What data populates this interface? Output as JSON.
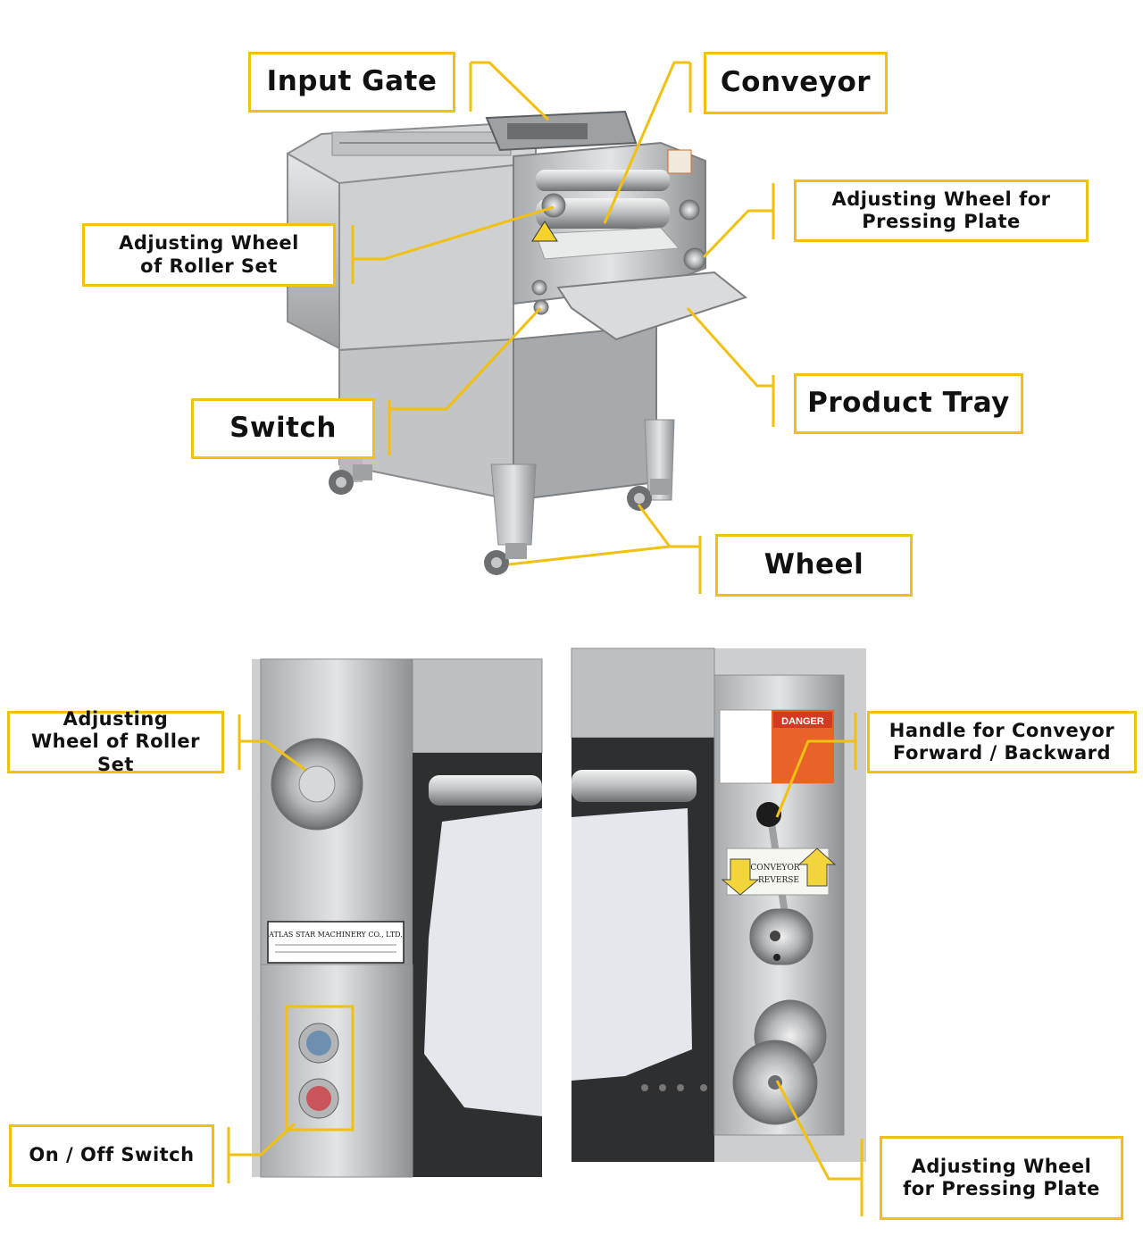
{
  "labels": {
    "input_gate": "Input Gate",
    "conveyor": "Conveyor",
    "adj_pressing_top": "Adjusting Wheel for Pressing Plate",
    "adj_roller_top": "Adjusting Wheel of Roller Set",
    "product_tray": "Product Tray",
    "switch": "Switch",
    "wheel": "Wheel",
    "adj_roller_bottom": "Adjusting Wheel of Roller Set",
    "handle_conveyor": "Handle for Conveyor Forward / Backward",
    "on_off_switch": "On / Off Switch",
    "adj_pressing_bottom": "Adjusting Wheel for Pressing Plate"
  },
  "decals": {
    "company_plate": "ATLAS STAR MACHINERY CO., LTD.",
    "danger": "DANGER",
    "conveyor_reverse_line1": "CONVEYOR",
    "conveyor_reverse_line2": "REVERSE"
  },
  "colors": {
    "callout_border": "#f2c00e",
    "leader_line": "#f2c00e",
    "steel_light": "#d9dadb",
    "steel_mid": "#b4b6b8",
    "steel_dark": "#7c7f82",
    "danger_orange": "#e8622a",
    "switch_blue": "#6f8fb0",
    "switch_red": "#c9545a"
  }
}
